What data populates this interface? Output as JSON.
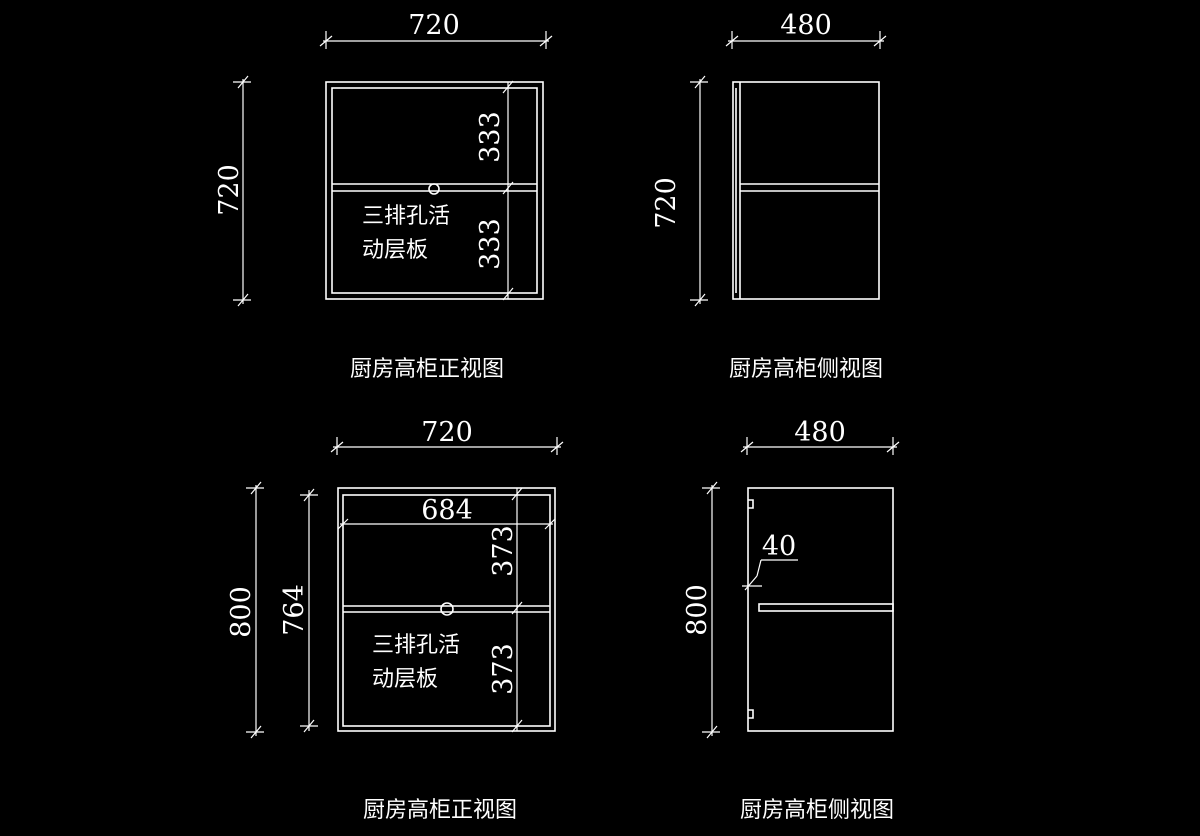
{
  "view1": {
    "width_dim": "720",
    "height_dim": "720",
    "upper_dim": "333",
    "lower_dim": "333",
    "note_line1": "三排孔活",
    "note_line2": "动层板",
    "caption": "厨房高柜正视图"
  },
  "view2": {
    "width_dim": "480",
    "height_dim": "720",
    "caption": "厨房高柜侧视图"
  },
  "view3": {
    "width_dim": "720",
    "inner_width_dim": "684",
    "height_dim": "800",
    "inner_height_dim": "764",
    "upper_dim": "373",
    "lower_dim": "373",
    "note_line1": "三排孔活",
    "note_line2": "动层板",
    "caption": "厨房高柜正视图"
  },
  "view4": {
    "width_dim": "480",
    "height_dim": "800",
    "leader_dim": "40",
    "caption": "厨房高柜侧视图"
  }
}
